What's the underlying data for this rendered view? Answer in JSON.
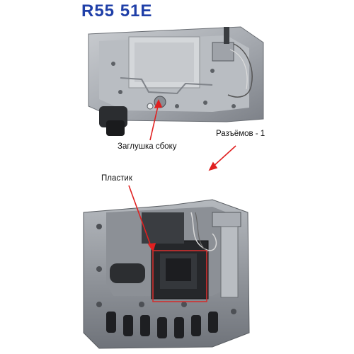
{
  "title": "R55 51E",
  "labels": {
    "side_plug": "Заглушка сбоку",
    "connectors": "Разъёмов - 1",
    "plastic": "Пластик"
  },
  "colors": {
    "title": "#1f3fa8",
    "arrow": "#e02020",
    "highlight_box": "#d03030"
  }
}
